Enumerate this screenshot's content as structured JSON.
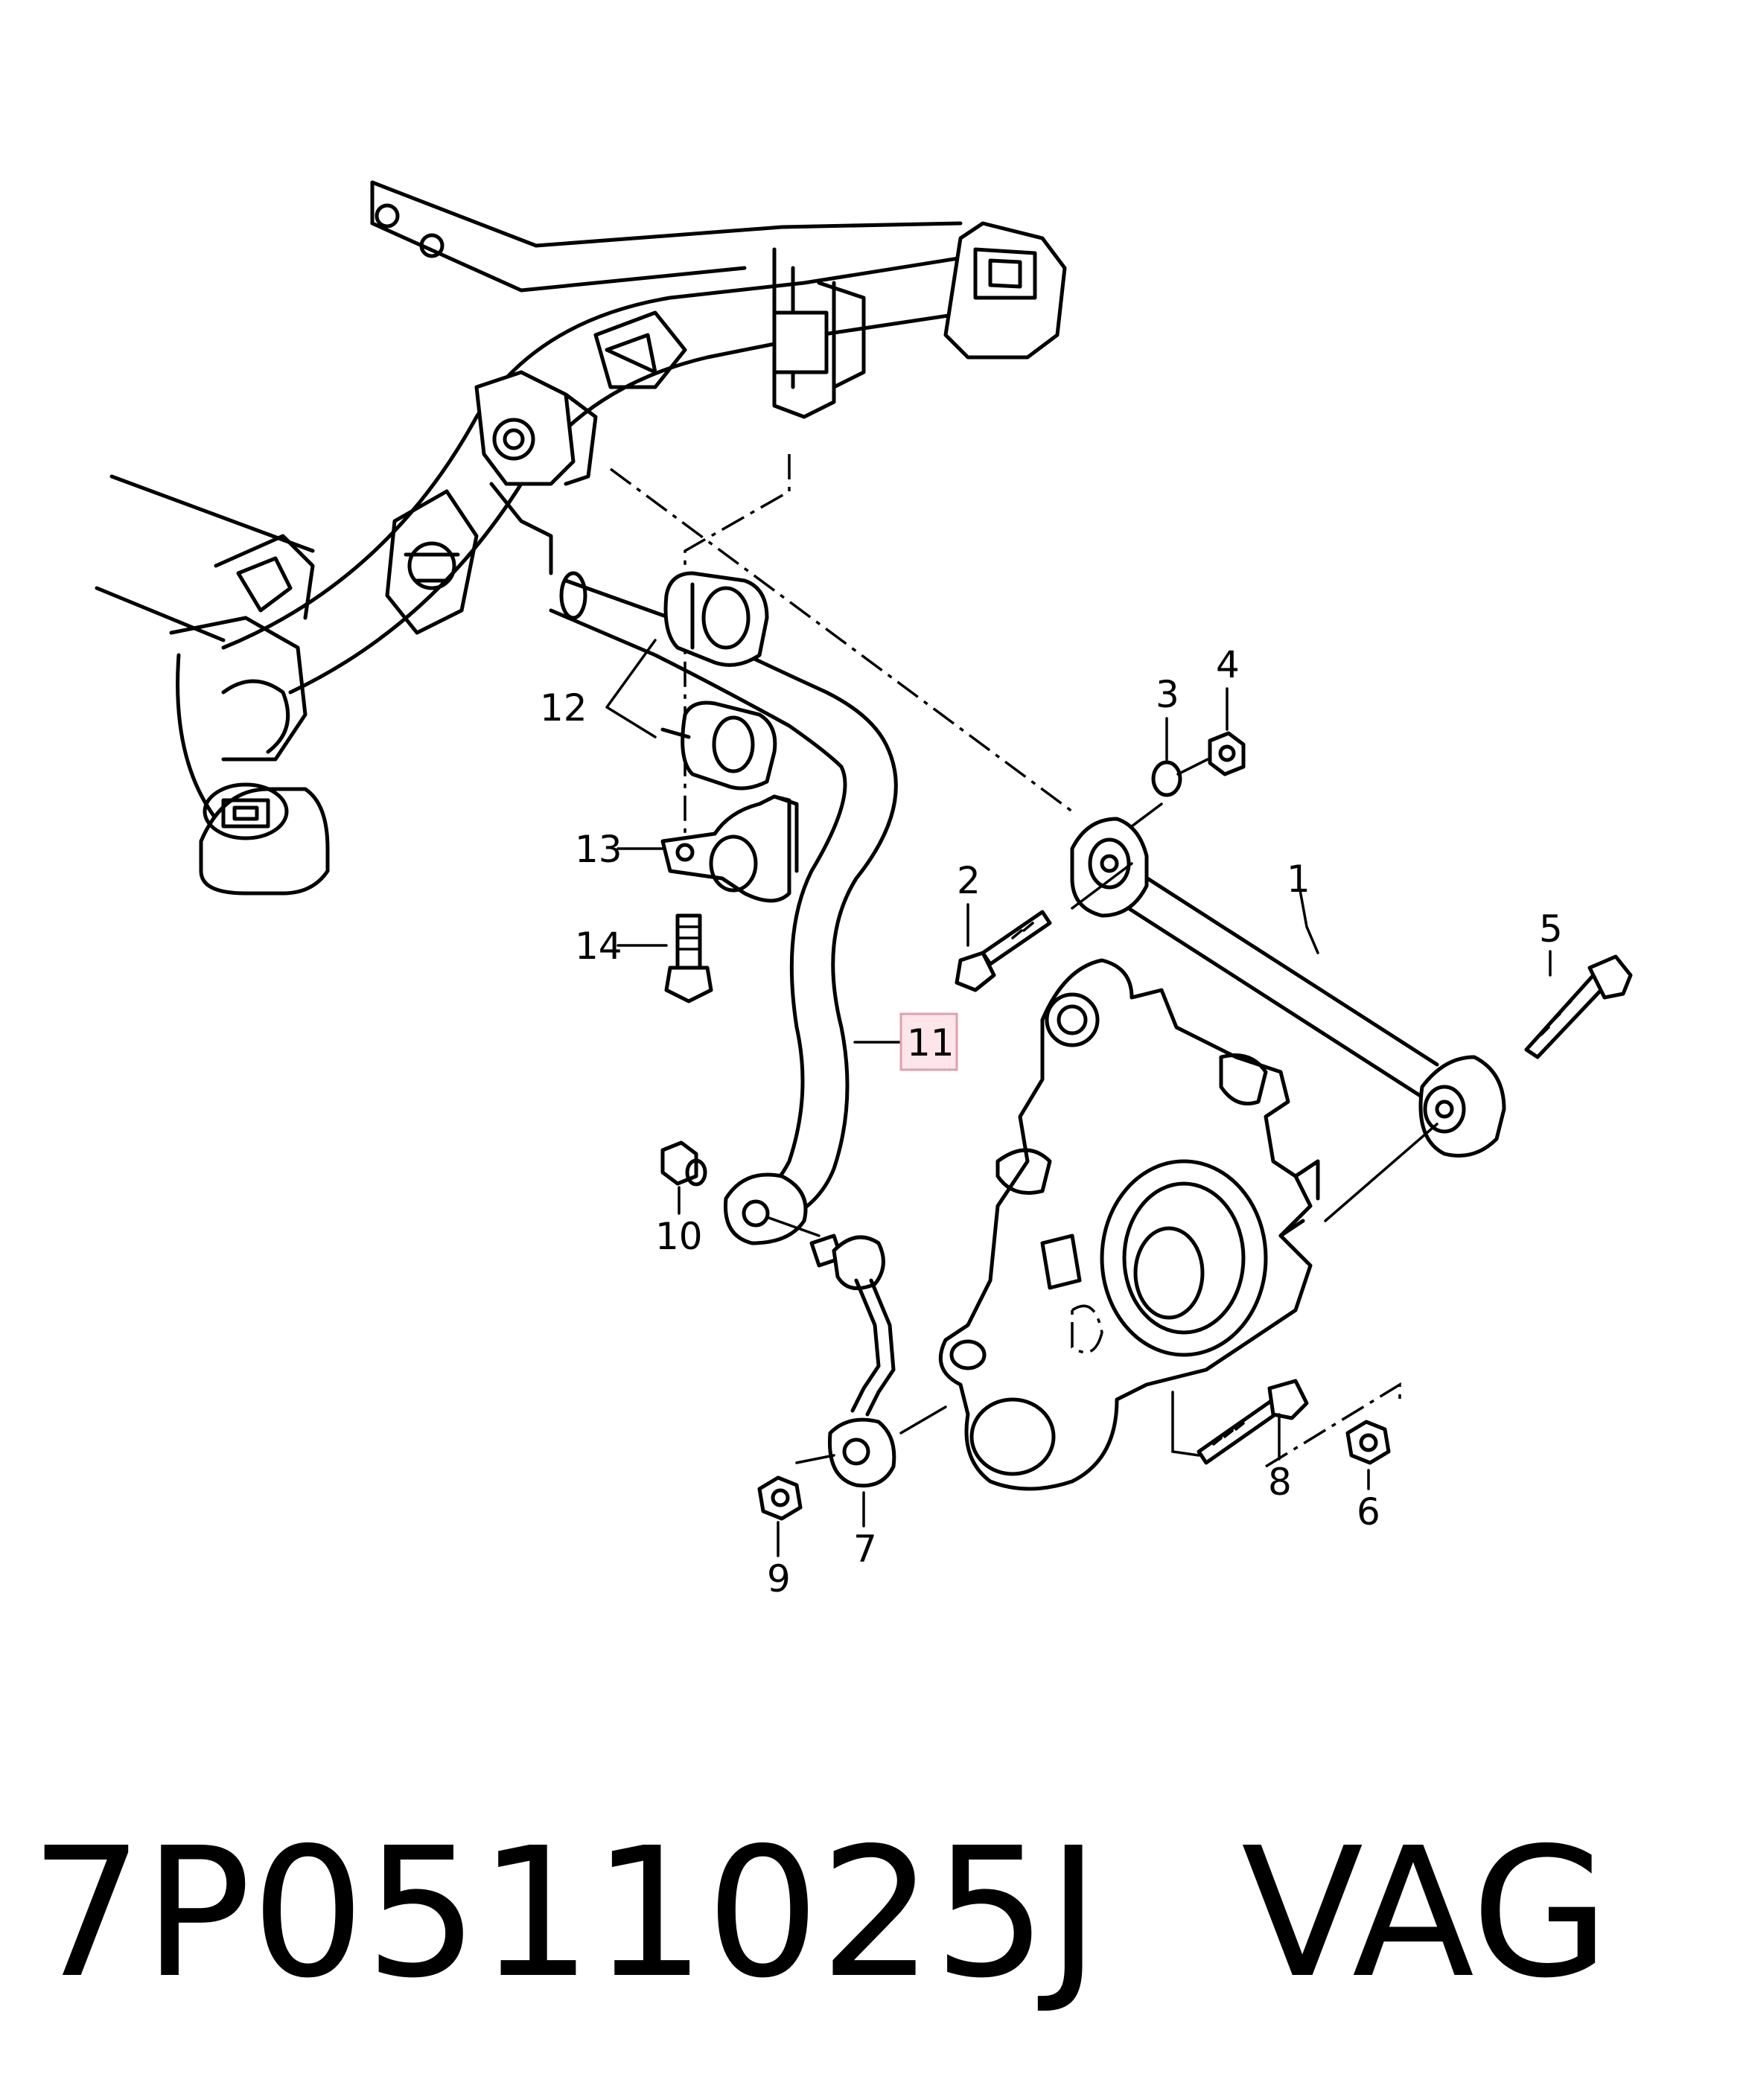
{
  "callouts": [
    {
      "id": "1",
      "text": "1"
    },
    {
      "id": "2",
      "text": "2"
    },
    {
      "id": "3",
      "text": "3"
    },
    {
      "id": "4",
      "text": "4"
    },
    {
      "id": "5",
      "text": "5"
    },
    {
      "id": "6",
      "text": "6"
    },
    {
      "id": "7",
      "text": "7"
    },
    {
      "id": "8",
      "text": "8"
    },
    {
      "id": "9",
      "text": "9"
    },
    {
      "id": "10",
      "text": "10"
    },
    {
      "id": "11",
      "text": "11",
      "highlighted": true
    },
    {
      "id": "12",
      "text": "12"
    },
    {
      "id": "13",
      "text": "13"
    },
    {
      "id": "14",
      "text": "14"
    }
  ],
  "highlight_color": "#fde5ea",
  "footer": {
    "part_number": "7P0511025J",
    "brand": "VAG"
  }
}
